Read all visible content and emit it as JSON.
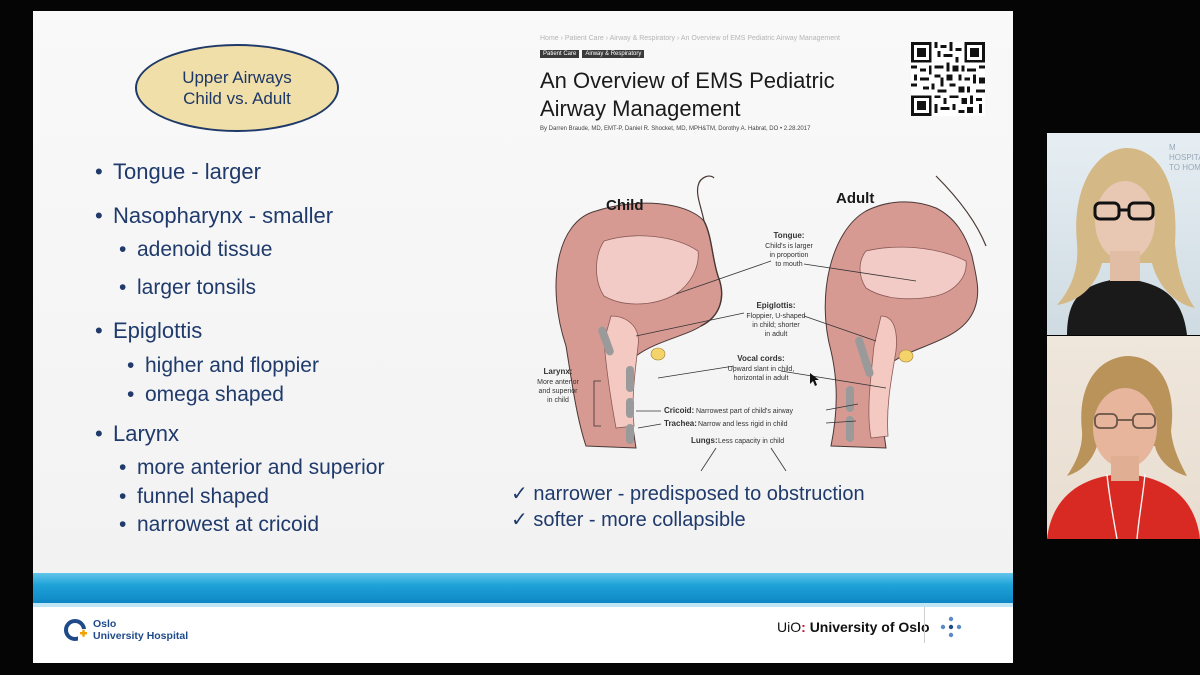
{
  "slide": {
    "oval": {
      "line1": "Upper Airways",
      "line2": "Child vs. Adult"
    },
    "bullets": [
      {
        "text": "Tongue - larger",
        "level": 1
      },
      {
        "text": "Nasopharynx -  smaller",
        "level": 1
      },
      {
        "text": "adenoid tissue",
        "level": 2
      },
      {
        "text": "larger tonsils",
        "level": 2
      },
      {
        "text": "Epiglottis",
        "level": 1
      },
      {
        "text": "higher and floppier",
        "level": 2
      },
      {
        "text": "omega shaped",
        "level": 2
      },
      {
        "text": "Larynx",
        "level": 1
      },
      {
        "text": "more anterior and superior",
        "level": 2
      },
      {
        "text": "funnel shaped",
        "level": 2
      },
      {
        "text": "narrowest at cricoid",
        "level": 2
      }
    ],
    "bullet_glyph": "•",
    "article": {
      "breadcrumb": "Home  ›  Patient Care  ›  Airway & Respiratory  ›  An Overview of EMS Pediatric Airway Management",
      "tags": [
        "Patient Care",
        "Airway & Respiratory"
      ],
      "title": "An Overview of EMS Pediatric Airway Management",
      "byline": "By   Darren Braude, MD, EMT-P,   Daniel R. Shocket, MD, MPH&TM,   Dorothy A. Habrat, DO   •   2.28.2017"
    },
    "diagram": {
      "child_label": "Child",
      "adult_label": "Adult",
      "tongue_title": "Tongue:",
      "tongue_text": [
        "Child's is larger",
        "in proportion",
        "to mouth"
      ],
      "epiglottis_title": "Epiglottis:",
      "epiglottis_text": [
        "Floppier, U-shaped",
        "in child; shorter",
        "in adult"
      ],
      "vocal_title": "Vocal cords:",
      "vocal_text": [
        "Upward slant in child,",
        "horizontal in adult"
      ],
      "larynx_title": "Larynx:",
      "larynx_text": [
        "More anterior",
        "and superior",
        "in child"
      ],
      "cricoid_title": "Cricoid:",
      "cricoid_text": "Narrowest part of child's airway",
      "trachea_title": "Trachea:",
      "trachea_text": "Narrow and less rigid in child",
      "lungs_title": "Lungs:",
      "lungs_text": "Less capacity in child"
    },
    "checks": [
      {
        "mark": "✓",
        "text": "narrower - predisposed to obstruction"
      },
      {
        "mark": "✓",
        "text": "softer - more collapsible"
      }
    ],
    "footer": {
      "ouh_line1": "Oslo",
      "ouh_line2": "University Hospital",
      "uio_prefix": "UiO",
      "uio_sep": ":",
      "uio_name": "University of Oslo"
    }
  },
  "video": {
    "participant1_bg_text": [
      "M HOSPITA",
      "TO HOM"
    ]
  },
  "colors": {
    "slide_text": "#1f3a6b",
    "oval_fill": "#f1dfa9",
    "stripe": "#1ea3d8",
    "tissue": "#d99a93"
  }
}
